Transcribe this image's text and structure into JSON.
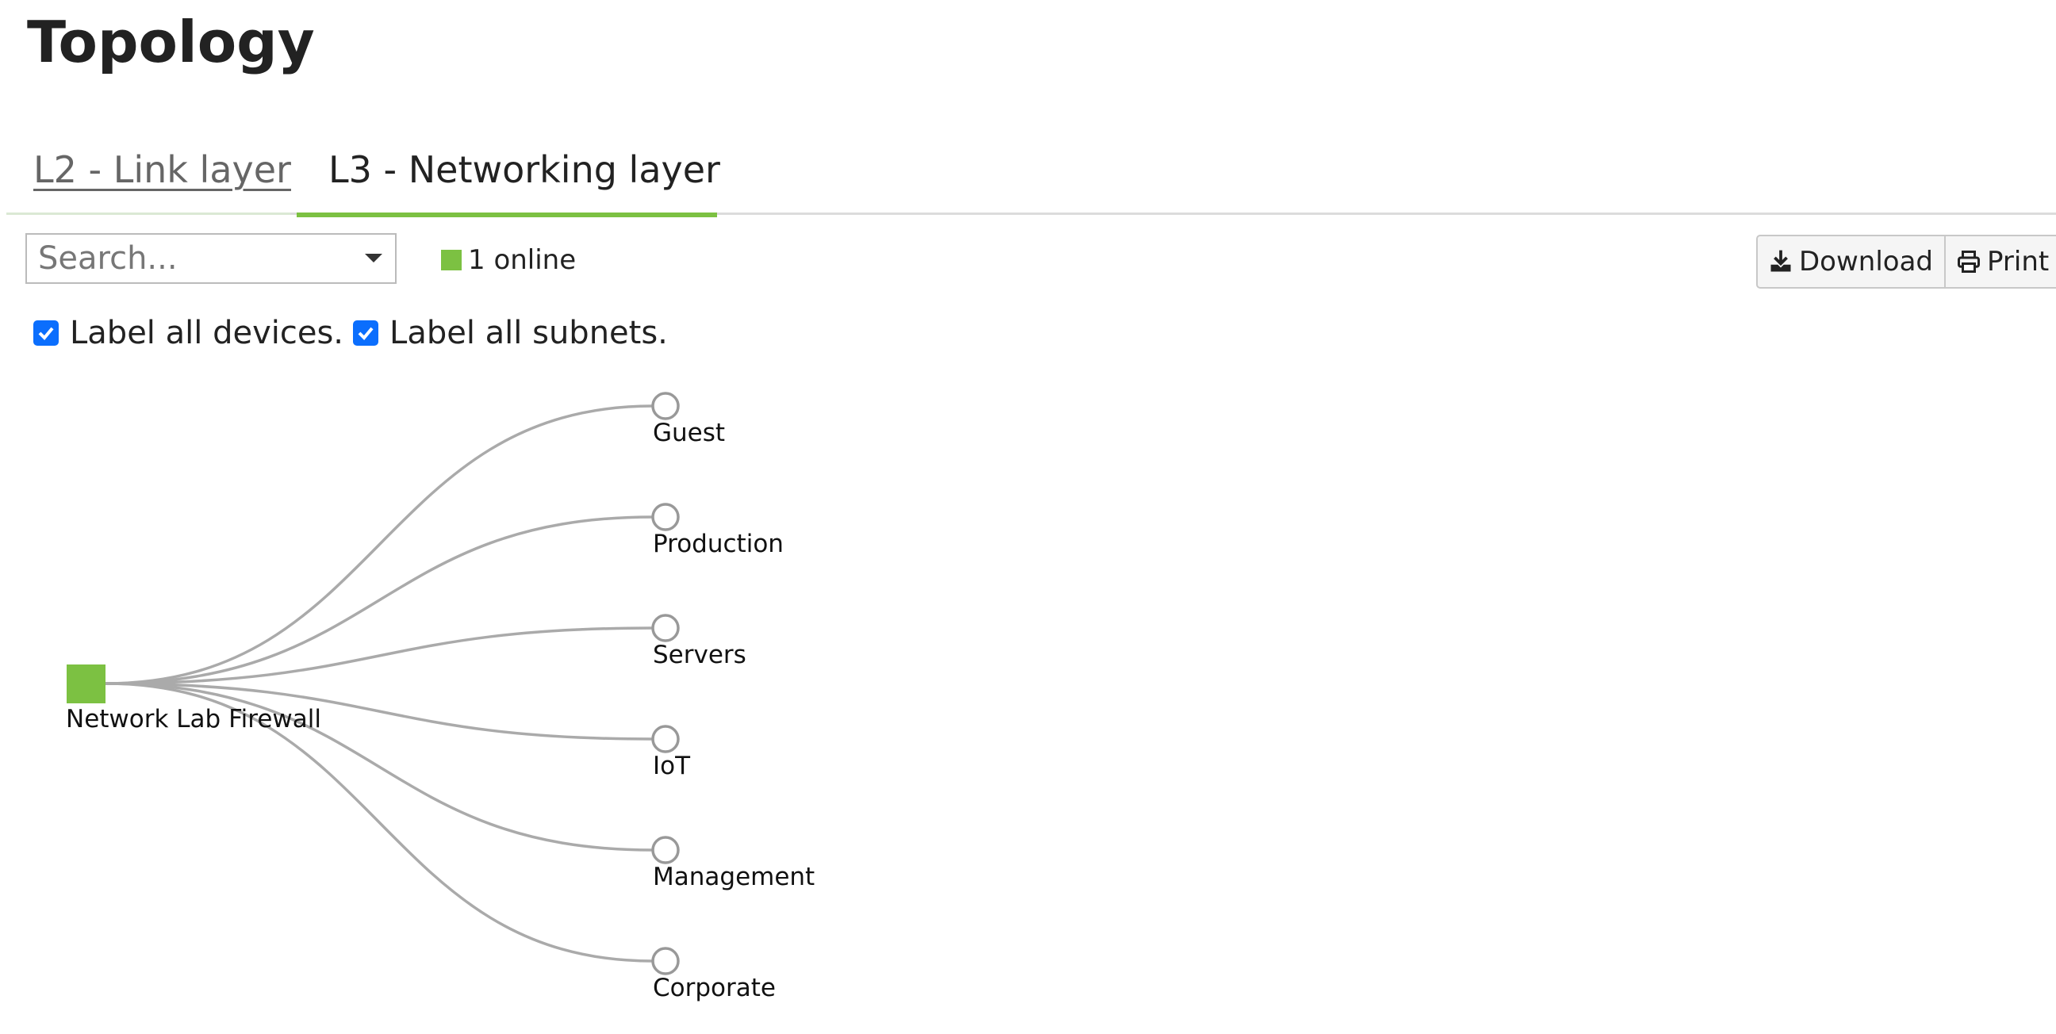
{
  "page": {
    "title": "Topology"
  },
  "tabs": [
    {
      "label": "L2 - Link layer",
      "active": false
    },
    {
      "label": "L3 - Networking layer",
      "active": true
    }
  ],
  "toolbar": {
    "search_placeholder": "Search...",
    "online_label": "1 online",
    "download_label": "Download",
    "print_label": "Print"
  },
  "options": {
    "label_devices": {
      "label": "Label all devices.",
      "checked": true
    },
    "label_subnets": {
      "label": "Label all subnets.",
      "checked": true
    }
  },
  "topology": {
    "device": {
      "name": "Network Lab Firewall",
      "status": "online"
    },
    "subnets": [
      {
        "name": "Guest"
      },
      {
        "name": "Production"
      },
      {
        "name": "Servers"
      },
      {
        "name": "IoT"
      },
      {
        "name": "Management"
      },
      {
        "name": "Corporate"
      }
    ]
  },
  "colors": {
    "online": "#7cc142",
    "active_tab": "#7cc142",
    "checkbox": "#0b6efd",
    "link": "#aaaaaa",
    "subnet_stroke": "#999999"
  }
}
